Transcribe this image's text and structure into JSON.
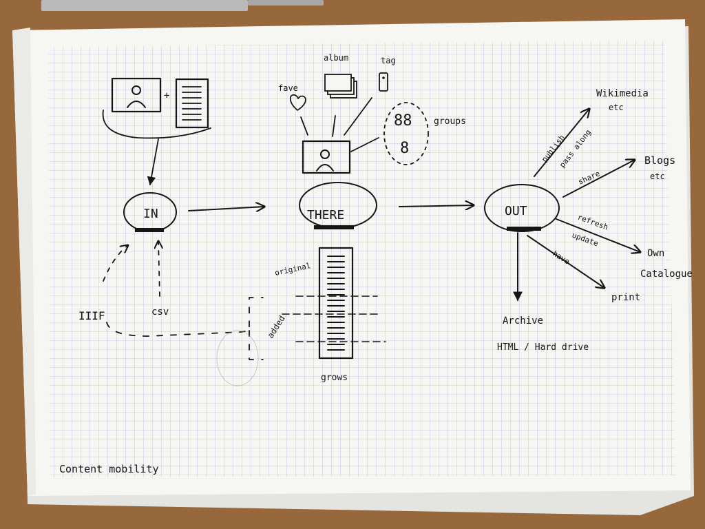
{
  "nodes": {
    "in": "IN",
    "there": "THERE",
    "out": "OUT"
  },
  "labels": {
    "plus": "+",
    "album": "album",
    "tag": "tag",
    "fave": "fave",
    "groups": "groups",
    "original": "original",
    "added": "added",
    "grows": "grows",
    "iiif": "IIIF",
    "csv": "csv",
    "publish": "publish",
    "pass_along": "pass along",
    "share": "share",
    "refresh": "refresh",
    "update": "update",
    "have": "have",
    "wikimedia": "Wikimedia",
    "wikimedia_etc": "etc",
    "blogs": "Blogs",
    "blogs_etc": "etc",
    "own": "Own",
    "catalogue": "Catalogue",
    "print": "print",
    "archive": "Archive",
    "archive_formats": "HTML / Hard drive",
    "footer": "Content mobility"
  },
  "colors": {
    "table": "#9a6c3e",
    "paper": "#f6f6f3",
    "grid": "#6f86cc",
    "ink": "#151515"
  }
}
